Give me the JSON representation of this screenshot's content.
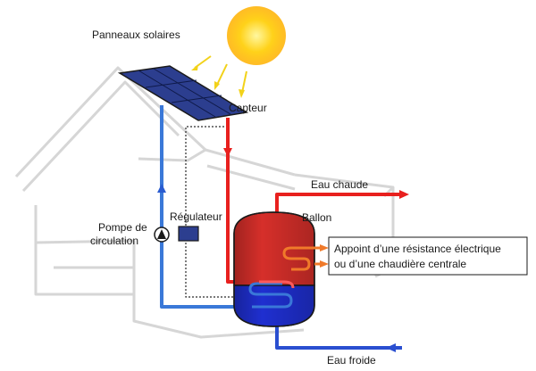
{
  "labels": {
    "solar_panels": "Panneaux solaires",
    "collector": "Capteur",
    "hot_water": "Eau chaude",
    "tank": "Ballon",
    "pump_line1": "Pompe de",
    "pump_line2": "circulation",
    "regulator": "Régulateur",
    "backup_line1": "Appoint d’une résistance électrique",
    "backup_line2": "ou d’une chaudière centrale",
    "cold_water": "Eau froide"
  },
  "colors": {
    "hot": "#e8201e",
    "cold": "#3a78d8",
    "tank_hot": "#d62f2a",
    "tank_cold": "#1f2fd0",
    "backup": "#f07a2a",
    "panel": "#2c3e8f",
    "sun": "#ffd21a",
    "house": "#d9d9d9"
  }
}
